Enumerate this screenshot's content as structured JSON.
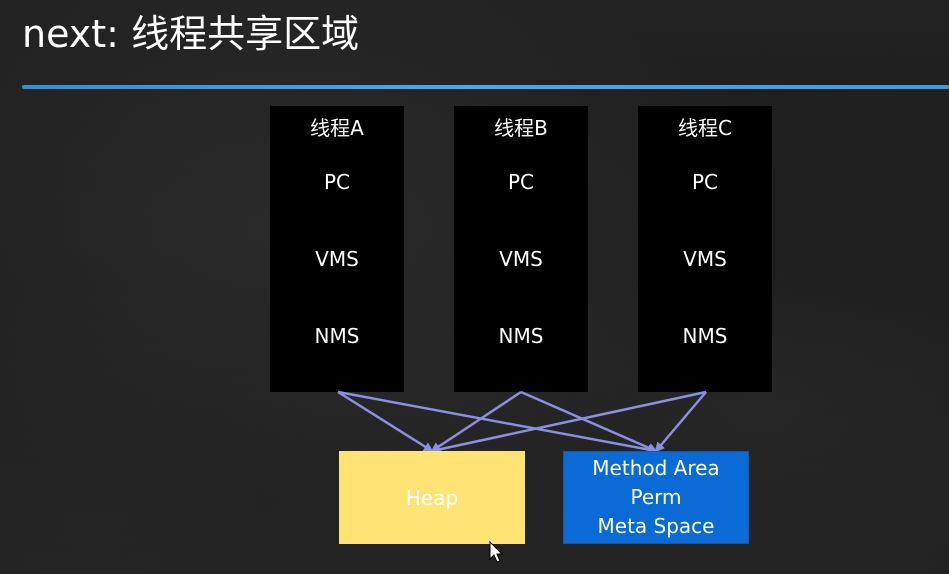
{
  "title": "next: 线程共享区域",
  "threads": [
    {
      "name": "线程A",
      "pc": "PC",
      "vms": "VMS",
      "nms": "NMS"
    },
    {
      "name": "线程B",
      "pc": "PC",
      "vms": "VMS",
      "nms": "NMS"
    },
    {
      "name": "线程C",
      "pc": "PC",
      "vms": "VMS",
      "nms": "NMS"
    }
  ],
  "heap": {
    "label": "Heap"
  },
  "method_area": {
    "lines": [
      "Method Area",
      "Perm",
      "Meta Space"
    ]
  },
  "colors": {
    "divider": "#3a9ae2",
    "arrow": "#8b8fe0",
    "heap_fill": "#ffe475",
    "method_fill": "#0a6ad6",
    "thread_fill": "#000000"
  },
  "icons": {
    "cursor": "mouse-pointer-icon"
  }
}
